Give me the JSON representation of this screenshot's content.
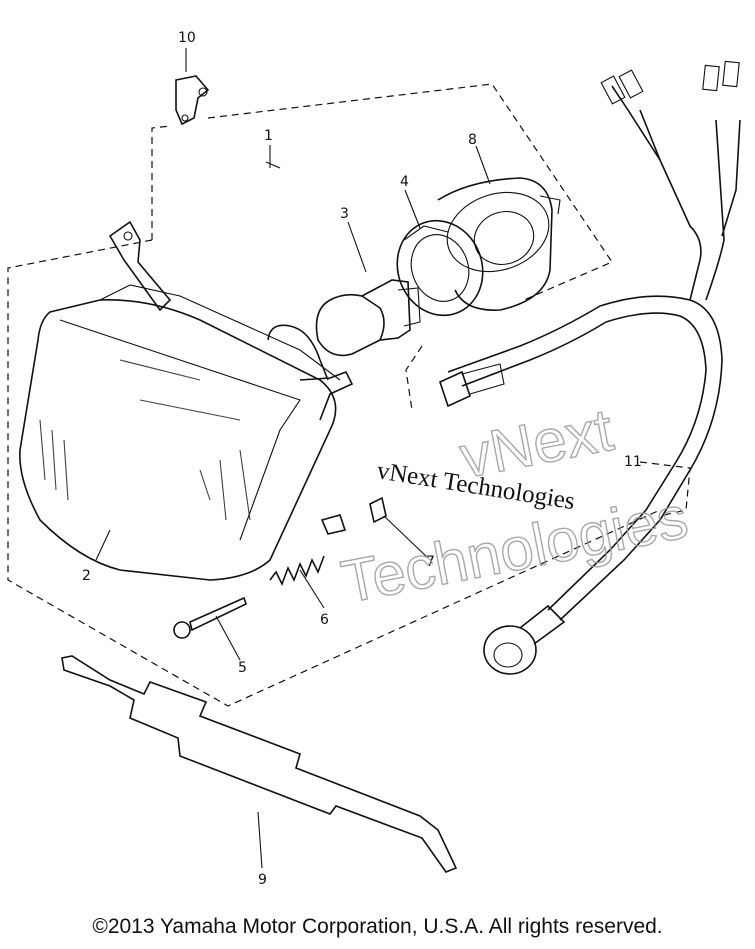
{
  "callouts": {
    "c1": "1",
    "c2": "2",
    "c3": "3",
    "c4": "4",
    "c5": "5",
    "c6": "6",
    "c7": "7",
    "c8": "8",
    "c9": "9",
    "c10": "10",
    "c11": "11"
  },
  "watermark": {
    "line1": "vNext",
    "line2": "Technologies",
    "small": "vNext Technologies"
  },
  "copyright": "©2013 Yamaha Motor Corporation, U.S.A. All rights reserved."
}
